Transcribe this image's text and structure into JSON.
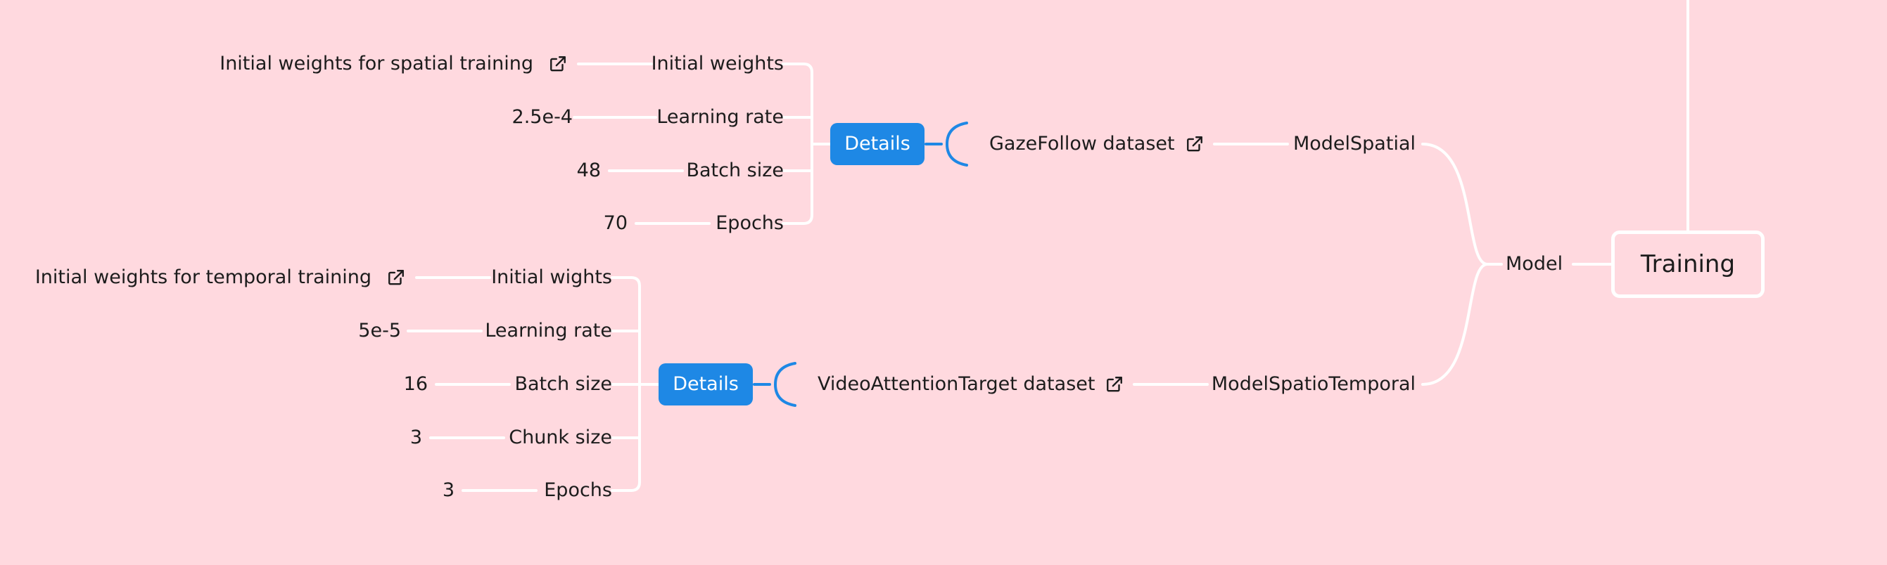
{
  "root": {
    "label": "Training"
  },
  "model": {
    "label": "Model"
  },
  "spatial": {
    "model_label": "ModelSpatial",
    "dataset_label": "GazeFollow dataset",
    "details_label": "Details",
    "params": [
      {
        "label": "Initial weights",
        "value": "Initial weights for spatial training",
        "link": true
      },
      {
        "label": "Learning rate",
        "value": "2.5e-4"
      },
      {
        "label": "Batch size",
        "value": "48"
      },
      {
        "label": "Epochs",
        "value": "70"
      }
    ]
  },
  "spatiotemporal": {
    "model_label": "ModelSpatioTemporal",
    "dataset_label": "VideoAttentionTarget dataset",
    "details_label": "Details",
    "params": [
      {
        "label": "Initial wights",
        "value": "Initial weights for temporal training",
        "link": true
      },
      {
        "label": "Learning rate",
        "value": "5e-5"
      },
      {
        "label": "Batch size",
        "value": "16"
      },
      {
        "label": "Chunk size",
        "value": "3"
      },
      {
        "label": "Epochs",
        "value": "3"
      }
    ]
  },
  "colors": {
    "background": "#ffd9df",
    "accent": "#1e88e5",
    "line": "#ffffff",
    "text": "#1c1c1c"
  },
  "icons": {
    "link": "external-link-icon"
  }
}
